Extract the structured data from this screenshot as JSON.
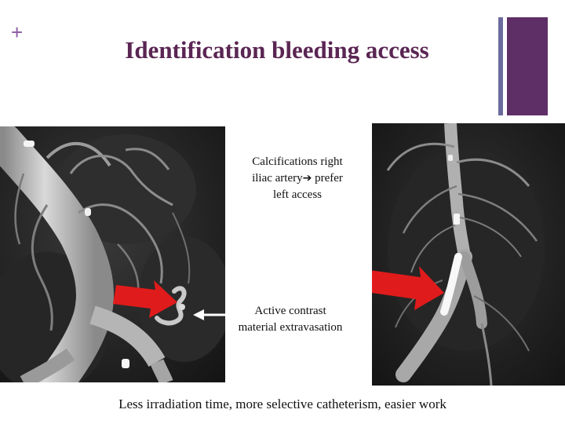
{
  "title": "Identification bleeding access",
  "corner_symbol": "+",
  "annotations": {
    "calcifications": {
      "line1": "Calcifications right",
      "line2_pre": "iliac artery",
      "arrow_glyph": "➔",
      "line2_post": " prefer",
      "line3": "left access"
    },
    "extravasation": {
      "line1": "Active contrast",
      "line2": "material extravasation"
    }
  },
  "footer": "Less irradiation time, more selective catheterism, easier  work",
  "images": {
    "left": "ct-angiography-left",
    "right": "ct-angiography-right"
  },
  "colors": {
    "title": "#5a2553",
    "accent_purple": "#5e2e66",
    "accent_slate": "#6b6b9e",
    "plus": "#8e5aa6",
    "indicator_arrow": "#e01b1b",
    "pointer_arrow": "#ffffff"
  }
}
